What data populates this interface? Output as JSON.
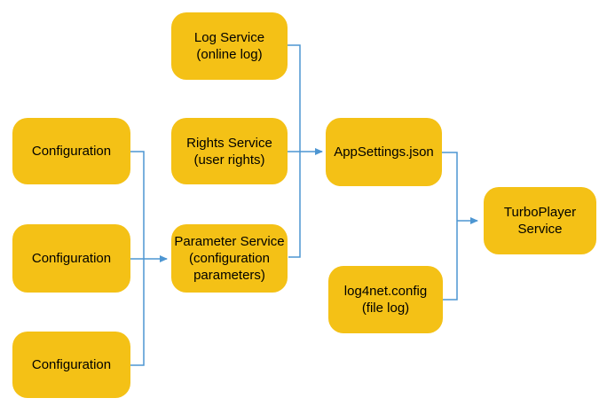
{
  "diagram": {
    "nodes": {
      "config1": {
        "label": "Configuration"
      },
      "config2": {
        "label": "Configuration"
      },
      "config3": {
        "label": "Configuration"
      },
      "log_service": {
        "label": "Log Service\n(online log)"
      },
      "rights_service": {
        "label": "Rights Service\n(user rights)"
      },
      "parameter_service": {
        "label": "Parameter Service\n(configuration\nparameters)"
      },
      "appsettings": {
        "label": "AppSettings.json"
      },
      "log4net": {
        "label": "log4net.config\n(file log)"
      },
      "turboplayer": {
        "label": "TurboPlayer\nService"
      }
    },
    "edges": [
      {
        "from": "config1",
        "to": "parameter_service"
      },
      {
        "from": "config2",
        "to": "parameter_service"
      },
      {
        "from": "config3",
        "to": "parameter_service"
      },
      {
        "from": "log_service",
        "to": "appsettings"
      },
      {
        "from": "rights_service",
        "to": "appsettings"
      },
      {
        "from": "parameter_service",
        "to": "appsettings"
      },
      {
        "from": "appsettings",
        "to": "turboplayer"
      },
      {
        "from": "log4net",
        "to": "turboplayer"
      }
    ],
    "colors": {
      "node_fill": "#F4C116",
      "edge": "#4D96D2",
      "text": "#000000",
      "background": "#FFFFFF"
    }
  }
}
